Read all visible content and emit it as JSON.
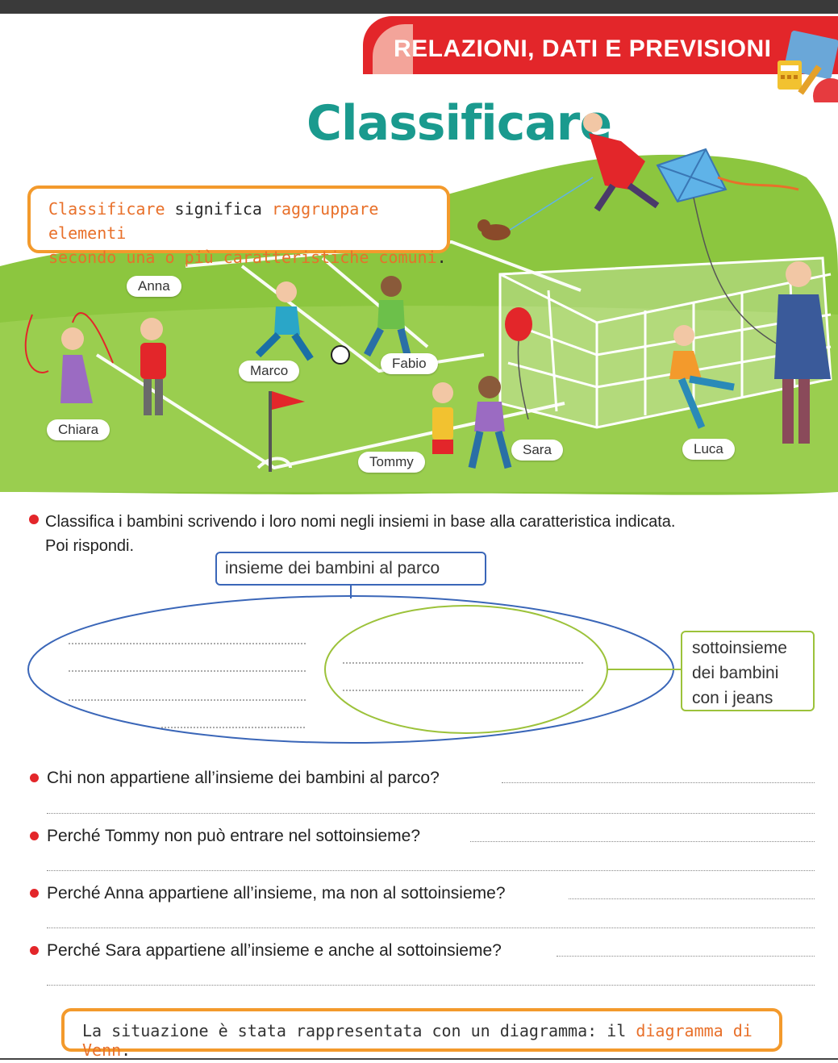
{
  "header": {
    "section_title": "RELAZIONI, DATI E PREVISIONI",
    "page_title": "Classificare"
  },
  "definition": {
    "w1": "Classificare",
    "w2": " significa ",
    "w3": "raggruppare elementi",
    "w4": "secondo una o più caratteristiche comuni",
    "w5": "."
  },
  "children": [
    "Anna",
    "Marco",
    "Fabio",
    "Chiara",
    "Tommy",
    "Sara",
    "Luca"
  ],
  "instruction": {
    "line1": "Classifica i bambini scrivendo i loro nomi negli insiemi in base alla caratteristica indicata.",
    "line2": "Poi rispondi."
  },
  "venn": {
    "set_label": "insieme dei bambini al parco",
    "subset_label_lines": [
      "sottoinsieme",
      "dei bambini",
      "con i jeans"
    ]
  },
  "questions": [
    "Chi non appartiene all’insieme dei bambini al parco?",
    "Perché Tommy non può entrare nel sottoinsieme?",
    "Perché Anna appartiene all’insieme, ma non al sottoinsieme?",
    "Perché Sara appartiene all’insieme e anche al sottoinsieme?"
  ],
  "conclusion": {
    "text": "La situazione è stata rappresentata con un diagramma: il ",
    "highlight": "diagramma di Venn",
    "end": "."
  },
  "colors": {
    "accent_red": "#e3262a",
    "title_teal": "#1a9a8e",
    "orange": "#f39a2c",
    "set_blue": "#3a66b8",
    "subset_green": "#9cc23a",
    "grass": "#8cc63f"
  }
}
